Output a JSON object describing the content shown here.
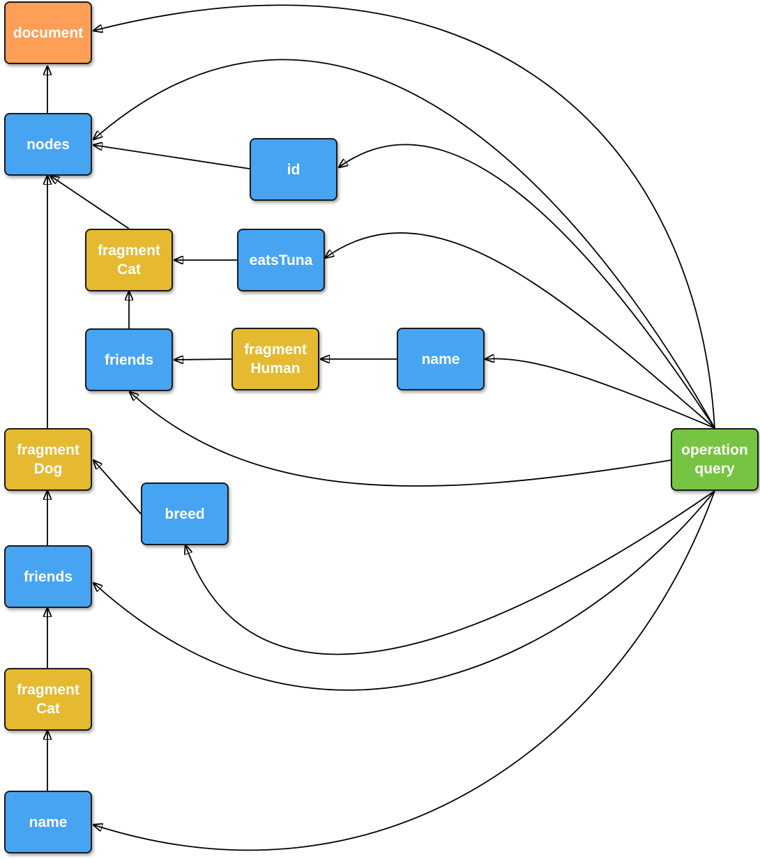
{
  "colors": {
    "document": "#ff9e57",
    "field": "#47a4f2",
    "fragment": "#e5b930",
    "operation": "#76c442",
    "edge": "#000000"
  },
  "nodes": {
    "document": {
      "label": "document",
      "kind": "document"
    },
    "nodes": {
      "label": "nodes",
      "kind": "field"
    },
    "id": {
      "label": "id",
      "kind": "field"
    },
    "fragment_cat_top": {
      "label": "fragment\nCat",
      "kind": "fragment"
    },
    "eats_tuna": {
      "label": "eatsTuna",
      "kind": "field"
    },
    "friends_top": {
      "label": "friends",
      "kind": "field"
    },
    "fragment_human": {
      "label": "fragment\nHuman",
      "kind": "fragment"
    },
    "name_top": {
      "label": "name",
      "kind": "field"
    },
    "operation_query": {
      "label": "operation\nquery",
      "kind": "operation"
    },
    "fragment_dog": {
      "label": "fragment\nDog",
      "kind": "fragment"
    },
    "breed": {
      "label": "breed",
      "kind": "field"
    },
    "friends_bottom": {
      "label": "friends",
      "kind": "field"
    },
    "fragment_cat_bottom": {
      "label": "fragment\nCat",
      "kind": "fragment"
    },
    "name_bottom": {
      "label": "name",
      "kind": "field"
    }
  },
  "edges": [
    {
      "from": "nodes",
      "to": "document"
    },
    {
      "from": "id",
      "to": "nodes"
    },
    {
      "from": "fragment_cat_top",
      "to": "nodes"
    },
    {
      "from": "eats_tuna",
      "to": "fragment_cat_top"
    },
    {
      "from": "friends_top",
      "to": "fragment_cat_top"
    },
    {
      "from": "fragment_human",
      "to": "friends_top"
    },
    {
      "from": "name_top",
      "to": "fragment_human"
    },
    {
      "from": "fragment_dog",
      "to": "nodes"
    },
    {
      "from": "breed",
      "to": "fragment_dog"
    },
    {
      "from": "friends_bottom",
      "to": "fragment_dog"
    },
    {
      "from": "fragment_cat_bottom",
      "to": "friends_bottom"
    },
    {
      "from": "name_bottom",
      "to": "fragment_cat_bottom"
    },
    {
      "from": "operation_query",
      "to": "document"
    },
    {
      "from": "operation_query",
      "to": "nodes"
    },
    {
      "from": "operation_query",
      "to": "id"
    },
    {
      "from": "operation_query",
      "to": "eats_tuna"
    },
    {
      "from": "operation_query",
      "to": "name_top"
    },
    {
      "from": "operation_query",
      "to": "friends_top"
    },
    {
      "from": "operation_query",
      "to": "breed"
    },
    {
      "from": "operation_query",
      "to": "friends_bottom"
    },
    {
      "from": "operation_query",
      "to": "name_bottom"
    }
  ]
}
